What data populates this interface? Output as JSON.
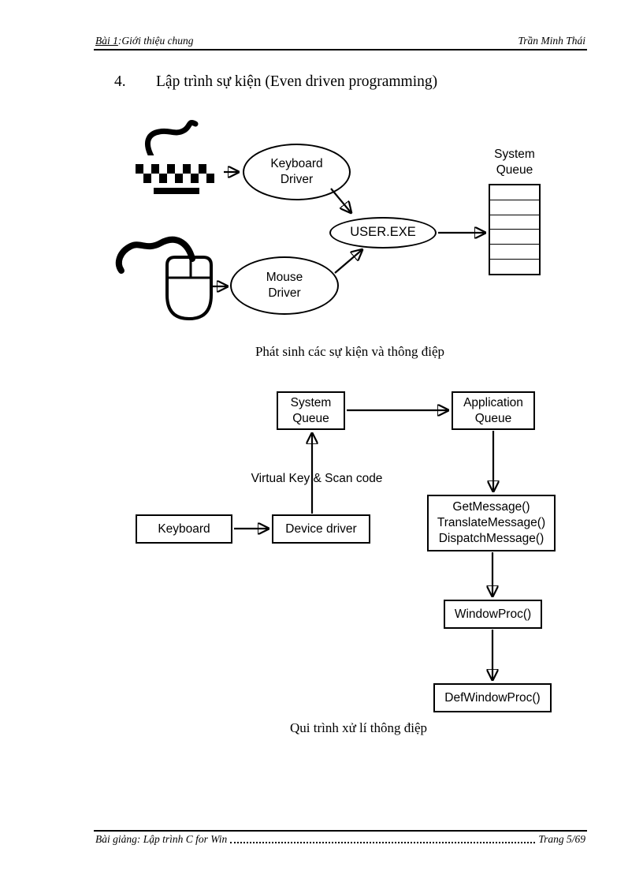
{
  "header": {
    "left_underlined": "Bài 1",
    "left_rest": ":Giới thiệu chung",
    "right": "Trần Minh Thái"
  },
  "heading": {
    "number": "4.",
    "text": "Lập trình sự kiện (Even driven programming)"
  },
  "diagram1": {
    "keyboard_icon": "keyboard-icon",
    "mouse_icon": "mouse-icon",
    "keyboard_driver": "Keyboard\nDriver",
    "mouse_driver": "Mouse\nDriver",
    "user_exe": "USER.EXE",
    "system_queue_label": "System\nQueue",
    "queue_rows": 6,
    "caption": "Phát sinh các sự kiện và thông điệp"
  },
  "diagram2": {
    "system_queue": "System\nQueue",
    "application_queue": "Application\nQueue",
    "virtual_key_label": "Virtual Key & Scan code",
    "keyboard": "Keyboard",
    "device_driver": "Device driver",
    "message_loop": "GetMessage()\nTranslateMessage()\nDispatchMessage()",
    "window_proc": "WindowProc()",
    "def_window_proc": "DefWindowProc()",
    "caption": "Qui trình xử lí thông điệp"
  },
  "footer": {
    "left": "Bài giảng: Lập trình C for Win",
    "right": "Trang 5/69"
  },
  "colors": {
    "ink": "#000000",
    "paper": "#ffffff"
  }
}
